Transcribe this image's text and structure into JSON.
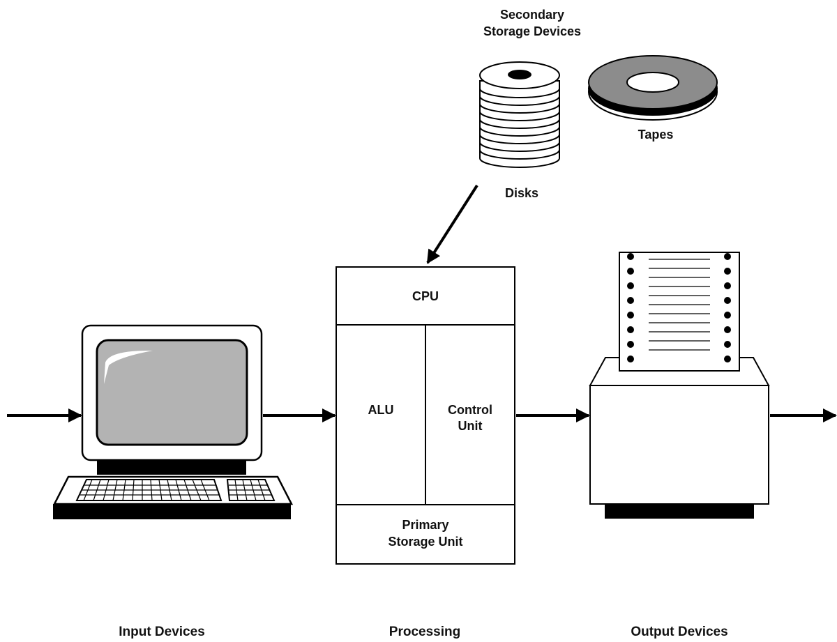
{
  "storage": {
    "title_line1": "Secondary",
    "title_line2": "Storage Devices",
    "disks_label": "Disks",
    "tapes_label": "Tapes"
  },
  "processor": {
    "cpu_label": "CPU",
    "alu_label": "ALU",
    "control_line1": "Control",
    "control_line2": "Unit",
    "primary_line1": "Primary",
    "primary_line2": "Storage Unit"
  },
  "captions": {
    "input": "Input Devices",
    "processing": "Processing",
    "output": "Output Devices"
  },
  "icons": [
    "disk-stack-icon",
    "tape-reel-icon",
    "computer-terminal-icon",
    "printer-icon",
    "arrow-icon"
  ],
  "colors": {
    "stroke": "#000000",
    "screen_fill": "#b3b3b3",
    "tape_fill": "#8c8c8c",
    "background": "#ffffff"
  }
}
